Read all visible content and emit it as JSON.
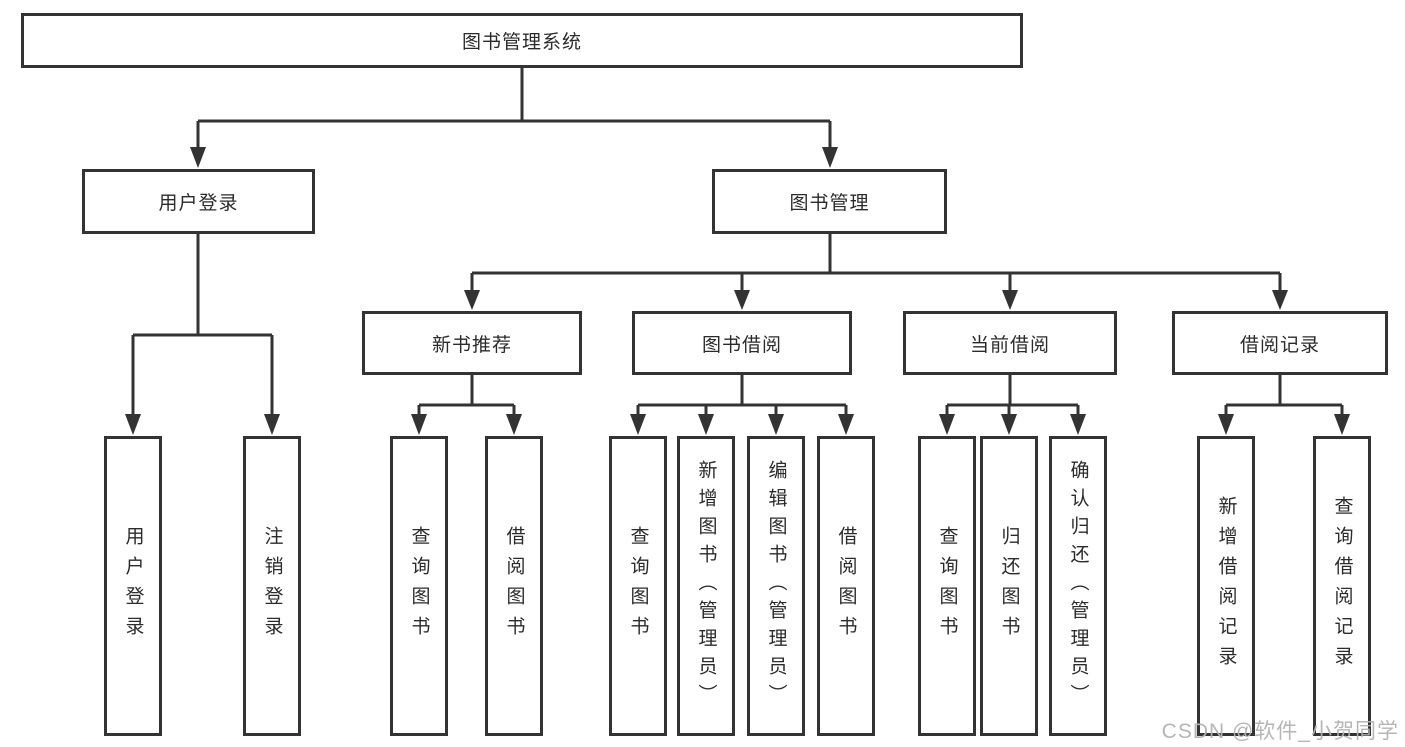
{
  "diagram": {
    "title": "图书管理系统",
    "root": {
      "label": "图书管理系统"
    },
    "branches": {
      "user_login": {
        "label": "用户登录"
      },
      "book_mgmt": {
        "label": "图书管理"
      }
    },
    "modules": [
      {
        "label": "新书推荐"
      },
      {
        "label": "图书借阅"
      },
      {
        "label": "当前借阅"
      },
      {
        "label": "借阅记录"
      }
    ],
    "leaves": {
      "user_login": [
        "用户登录",
        "注销登录"
      ],
      "new_book_rec": [
        "查询图书",
        "借阅图书"
      ],
      "book_borrow": [
        "查询图书",
        "新增图书（管理员）",
        "编辑图书（管理员）",
        "借阅图书"
      ],
      "current_borrow": [
        "查询图书",
        "归还图书",
        "确认归还（管理员）"
      ],
      "borrow_records": [
        "新增借阅记录",
        "查询借阅记录"
      ]
    }
  },
  "watermark": "CSDN @软件_小贺同学",
  "colors": {
    "line": "#333333",
    "box_border": "#333333",
    "text": "#2b2b2b",
    "watermark": "#b3b3b3",
    "background": "#ffffff"
  }
}
